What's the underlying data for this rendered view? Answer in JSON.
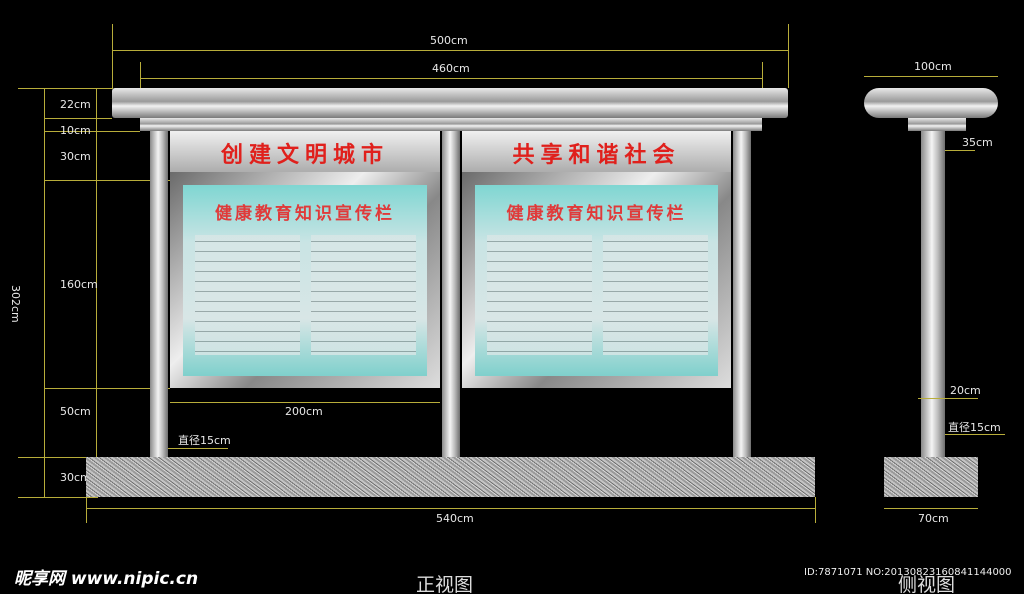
{
  "front_view": {
    "left_header": "创建文明城市",
    "right_header": "共享和谐社会",
    "board_title": "健康教育知识宣传栏",
    "dims": {
      "total_width": "500cm",
      "inner_width": "460cm",
      "cap": "22cm",
      "beam": "10cm",
      "header": "30cm",
      "board": "160cm",
      "gap": "50cm",
      "base": "30cm",
      "total_height": "302cm",
      "panel_width": "200cm",
      "post_diameter": "直径15cm",
      "base_width": "540cm"
    },
    "label": "正视图"
  },
  "side_view": {
    "dims": {
      "cap_width": "100cm",
      "beam": "35cm",
      "foot": "20cm",
      "post_diameter": "直径15cm",
      "base_width": "70cm"
    },
    "label": "侧视图"
  },
  "watermark": {
    "logo": "昵享网 www.nipic.cn",
    "id": "ID:7871071 NO:20130823160841144000"
  },
  "colors": {
    "dimension_line": "#b8ad3a",
    "header_text": "#e0201c",
    "board": "#7fd6d2"
  }
}
